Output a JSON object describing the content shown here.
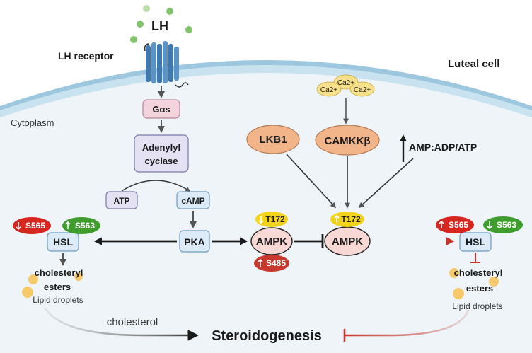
{
  "labels": {
    "lh": "LH",
    "lh_receptor": "LH receptor",
    "luteal_cell": "Luteal cell",
    "cytoplasm": "Cytoplasm",
    "g_alpha_s": "Gαs",
    "adenylyl_line1": "Adenylyl",
    "adenylyl_line2": "cyclase",
    "atp": "ATP",
    "camp": "cAMP",
    "pka": "PKA",
    "hsl_left": "HSL",
    "hsl_right": "HSL",
    "s565_left": "S565",
    "s563_left": "S563",
    "s565_right": "S565",
    "s563_right": "S563",
    "ampk_left": "AMPK",
    "ampk_right": "AMPK",
    "t172_left": "T172",
    "t172_right": "T172",
    "s485": "S485",
    "lkb1": "LKB1",
    "camkkb": "CAMKKβ",
    "ca_top": "Ca2+",
    "ca_left": "Ca2+",
    "ca_right": "Ca2+",
    "amp_ratio": "AMP:ADP/ATP",
    "chol_esters_left_1": "cholesteryl",
    "chol_esters_left_2": "esters",
    "lipid_left": "Lipid droplets",
    "chol_esters_right_1": "cholesteryl",
    "chol_esters_right_2": "esters",
    "lipid_right": "Lipid droplets",
    "cholesterol": "cholesterol",
    "steroidogenesis": "Steroidogenesis"
  },
  "colors": {
    "membrane_outer": "#9cc7df",
    "membrane_inner": "#c9e2ef",
    "cytoplasm_fill": "#eef4f8",
    "g_alpha_fill": "#f3d3dc",
    "g_alpha_stroke": "#b9879a",
    "lavender_fill": "#e4e1f3",
    "lavender_stroke": "#7c76a8",
    "blue_box_fill": "#dcebf7",
    "blue_box_stroke": "#6f9cc0",
    "ampk_fill": "#f8d8d4",
    "ampk_stroke": "#222222",
    "orange_fill": "#f2b58a",
    "orange_stroke": "#b57a52",
    "red_pill": "#d7251f",
    "green_pill": "#3f9d2e",
    "yellow_pill": "#f3d21a",
    "dark_red_pill": "#c7392d",
    "ca_fill": "#f6e08a",
    "lipid_fill": "#f6c45a",
    "inhibit_red": "#c8342c",
    "arrow_dark": "#1a1a1a",
    "receptor_blue": "#3f79ad",
    "ligand_green": "#7fc36a"
  },
  "icons": {
    "receptor": "gpcr-receptor-icon",
    "ligand": "ligand-dot-icon",
    "droplet": "lipid-droplet-icon"
  }
}
